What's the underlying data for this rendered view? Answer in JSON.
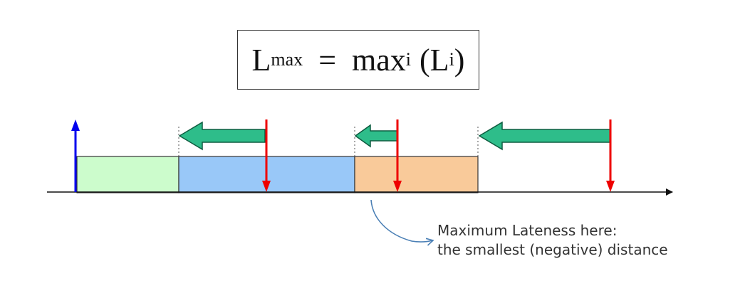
{
  "formula": {
    "lhs": "L",
    "lhs_sub": "max",
    "equals": "=",
    "rhs": "max",
    "rhs_sub": "i",
    "open_paren": "(",
    "arg": "L",
    "arg_sub": "i",
    "close_paren": ")"
  },
  "annotation": {
    "line1": "Maximum Lateness here:",
    "line2": "the smallest (negative) distance"
  },
  "colors": {
    "job1": "#ccfccc",
    "job2": "#99c8f8",
    "job3": "#f9ca9a",
    "start_arrow": "#0000ee",
    "deadline_arrow": "#ee0000",
    "lateness_arrow": "#2ebd8a",
    "annotation_arrow": "#4a7fb5"
  }
}
